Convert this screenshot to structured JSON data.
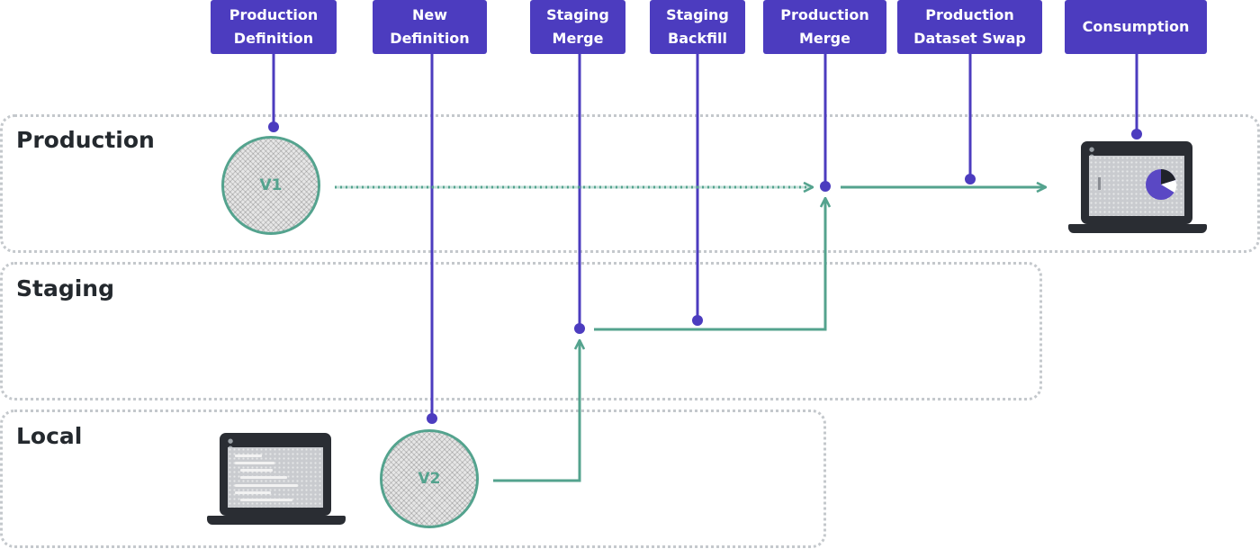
{
  "zones": {
    "production": "Production",
    "staging": "Staging",
    "local": "Local"
  },
  "steps": [
    {
      "id": "production-definition",
      "label": "Production\nDefinition"
    },
    {
      "id": "new-definition",
      "label": "New\nDefinition"
    },
    {
      "id": "staging-merge",
      "label": "Staging\nMerge"
    },
    {
      "id": "staging-backfill",
      "label": "Staging\nBackfill"
    },
    {
      "id": "production-merge",
      "label": "Production\nMerge"
    },
    {
      "id": "production-dataset-swap",
      "label": "Production\nDataset Swap"
    },
    {
      "id": "consumption",
      "label": "Consumption"
    }
  ],
  "versions": {
    "v1": "V1",
    "v2": "V2"
  },
  "icons": {
    "consumer": "laptop-pie-chart-icon",
    "developer": "laptop-code-icon"
  },
  "colors": {
    "step_box": "#4c3cbf",
    "flow": "#54a38e",
    "zone_border": "#c4c8cc",
    "zone_text": "#24292e"
  }
}
